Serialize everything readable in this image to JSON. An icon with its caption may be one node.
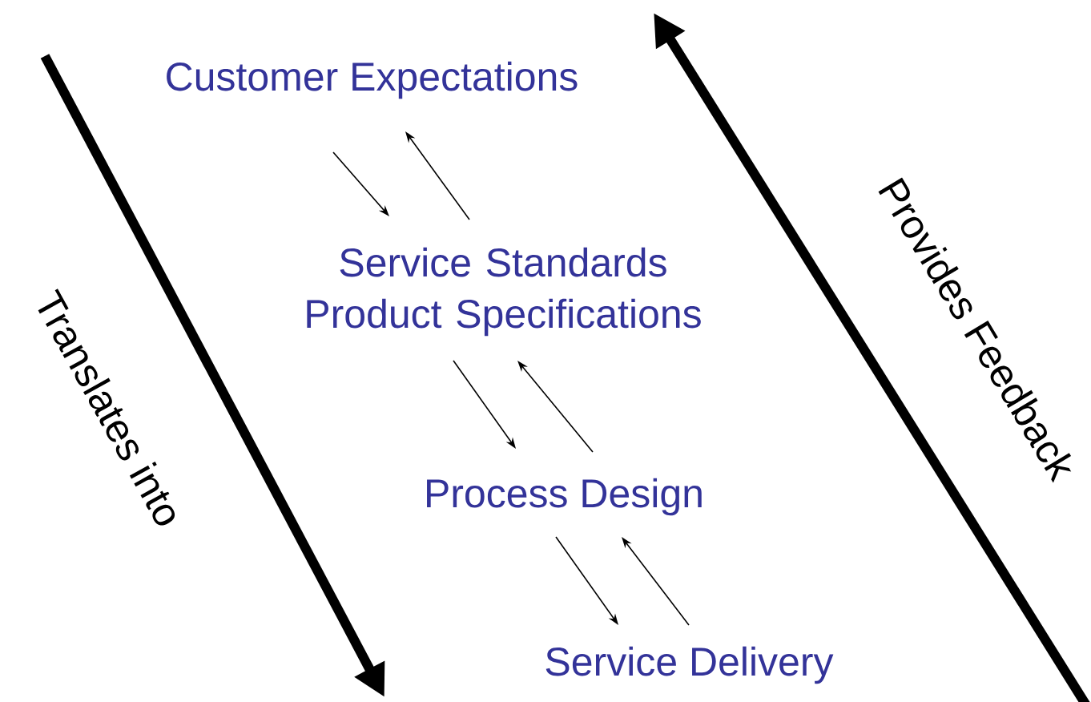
{
  "diagram": {
    "nodes": [
      {
        "text": [
          "Customer Expectations"
        ]
      },
      {
        "text": [
          "Service Standards Product Specifications"
        ]
      },
      {
        "text": [
          "Process Design"
        ]
      },
      {
        "text": [
          "Service Delivery"
        ]
      }
    ],
    "edges": [
      {
        "from": 0,
        "to": 1,
        "arrow": "to"
      },
      {
        "from": 1,
        "to": 0,
        "arrow": "to"
      },
      {
        "from": 1,
        "to": 2,
        "arrow": "to"
      },
      {
        "from": 2,
        "to": 1,
        "arrow": "to"
      },
      {
        "from": 2,
        "to": 3,
        "arrow": "to"
      },
      {
        "from": 3,
        "to": 2,
        "arrow": "to"
      }
    ],
    "labels": [
      "Translates into",
      "Provides Feedback"
    ]
  }
}
